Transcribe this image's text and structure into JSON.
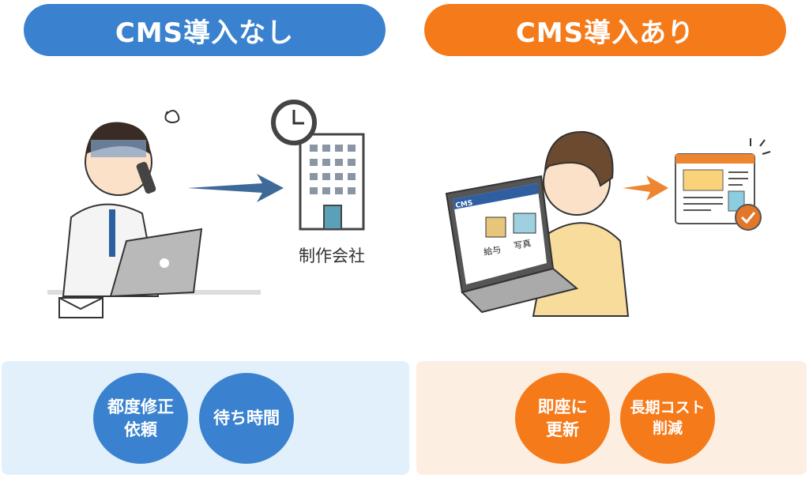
{
  "left": {
    "header": "CMS導入なし",
    "color": "#3a82cf",
    "panel_bg": "#e2f0fc",
    "destination_label": "制作会社",
    "points": [
      "都度修正\n依頼",
      "待ち時間"
    ]
  },
  "right": {
    "header": "CMS導入あり",
    "color": "#f57a1a",
    "panel_bg": "#fdeee2",
    "laptop_screen": {
      "title": "CMS",
      "tiles": [
        "給与",
        "写真"
      ]
    },
    "points": [
      "即座に\n更新",
      "長期コスト\n削減"
    ]
  }
}
